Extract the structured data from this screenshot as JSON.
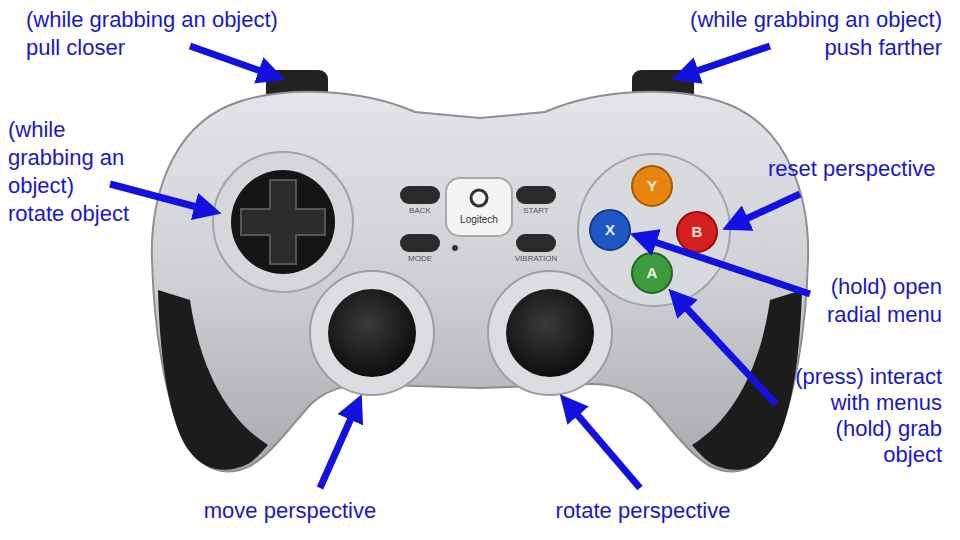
{
  "diagram": {
    "labels": [
      "(while grabbing an object) pull closer",
      "(while grabbing an object) push farther",
      "(while grabbing an object) rotate object",
      "reset perspective",
      "(hold) open radial menu",
      "(press) interact with menus (hold) grab object",
      "move perspective",
      "rotate perspective",
      "BACK",
      "START",
      "MODE",
      "VIBRATION",
      "Logitech",
      "Y",
      "X",
      "B",
      "A"
    ]
  }
}
